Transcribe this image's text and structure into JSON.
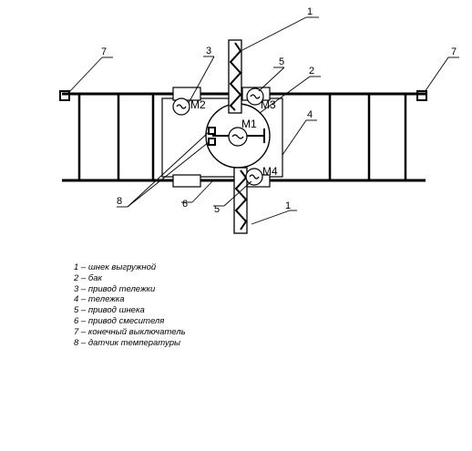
{
  "diagram": {
    "motors": [
      "M1",
      "M2",
      "M3",
      "M4"
    ],
    "callouts": [
      "1",
      "1",
      "2",
      "3",
      "4",
      "5",
      "5",
      "6",
      "7",
      "7",
      "8"
    ],
    "legend": [
      "1 – шнек выгружной",
      "2 – бак",
      "3 – привод тележки",
      "4 – тележка",
      "5 – привод шнека",
      "6 – привод смесителя",
      "7 – конечный выключатель",
      "8 – датчик температуры"
    ]
  }
}
